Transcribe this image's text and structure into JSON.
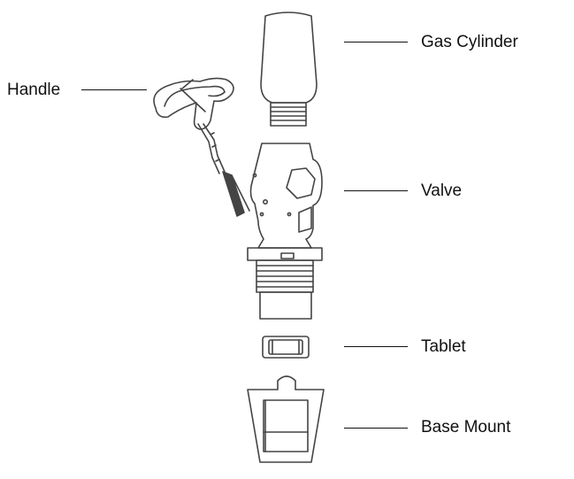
{
  "labels": {
    "gas_cylinder": "Gas Cylinder",
    "handle": "Handle",
    "valve": "Valve",
    "tablet": "Tablet",
    "base_mount": "Base Mount"
  },
  "colors": {
    "stroke": "#444444",
    "text": "#111111",
    "background": "#ffffff"
  }
}
